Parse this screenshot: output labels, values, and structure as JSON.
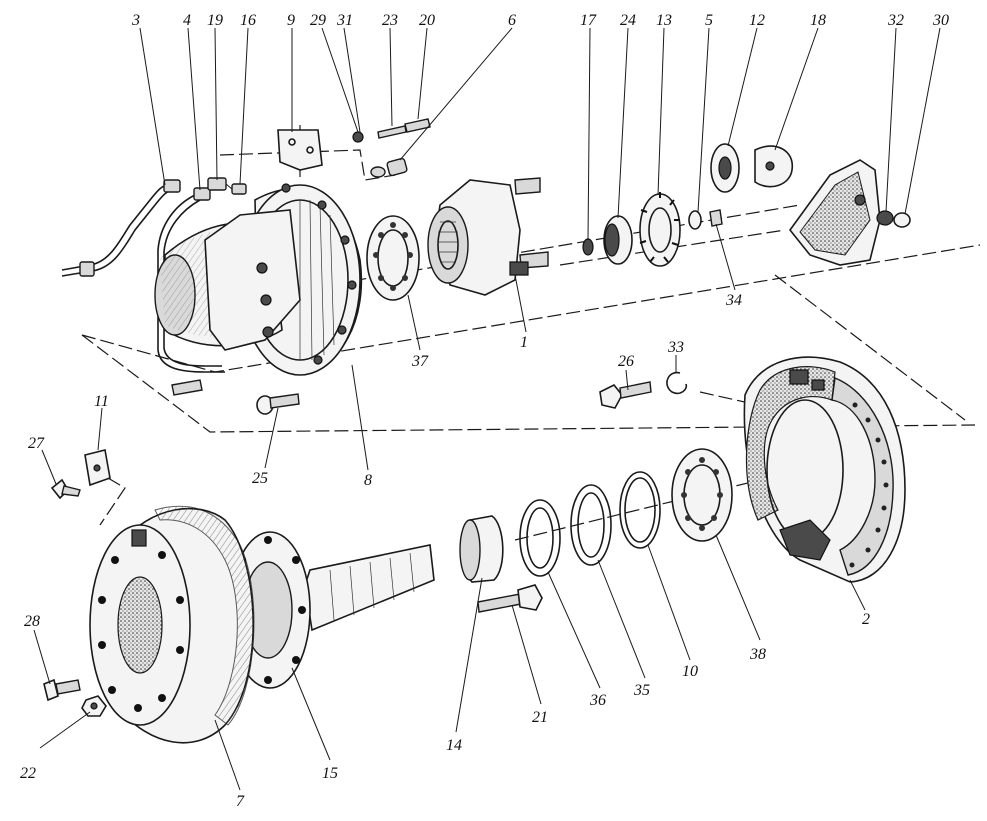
{
  "callouts": {
    "c1": "1",
    "c2": "2",
    "c3": "3",
    "c4": "4",
    "c5": "5",
    "c6": "6",
    "c7": "7",
    "c8": "8",
    "c9": "9",
    "c10": "10",
    "c11": "11",
    "c12": "12",
    "c13": "13",
    "c14": "14",
    "c15": "15",
    "c16": "16",
    "c17": "17",
    "c18": "18",
    "c19": "19",
    "c20": "20",
    "c21": "21",
    "c22": "22",
    "c23": "23",
    "c24": "24",
    "c25": "25",
    "c26": "26",
    "c27": "27",
    "c28": "28",
    "c29": "29",
    "c30": "30",
    "c31": "31",
    "c32": "32",
    "c33": "33",
    "c34": "34",
    "c35": "35",
    "c36": "36",
    "c37": "37",
    "c38": "38"
  }
}
